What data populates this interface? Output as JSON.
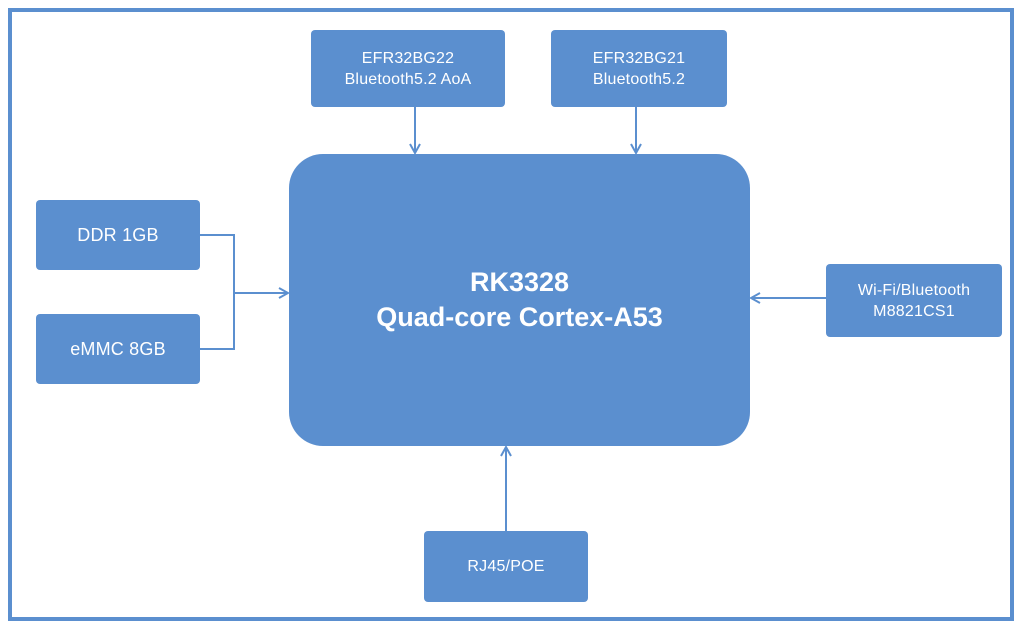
{
  "colors": {
    "box_fill": "#5b8fcf",
    "text": "#ffffff",
    "line": "#5b8fcf",
    "frame": "#5b8fcf"
  },
  "nodes": {
    "efr32bg22": {
      "line1": "EFR32BG22",
      "line2": "Bluetooth5.2 AoA"
    },
    "efr32bg21": {
      "line1": "EFR32BG21",
      "line2": "Bluetooth5.2"
    },
    "ddr": {
      "label": "DDR 1GB"
    },
    "emmc": {
      "label": "eMMC 8GB"
    },
    "cpu": {
      "line1": "RK3328",
      "line2": "Quad-core Cortex-A53"
    },
    "wifi": {
      "line1": "Wi-Fi/Bluetooth",
      "line2": "M8821CS1"
    },
    "rj45": {
      "label": "RJ45/POE"
    }
  },
  "edges": [
    {
      "from": "EFR32BG22",
      "to": "RK3328"
    },
    {
      "from": "EFR32BG21",
      "to": "RK3328"
    },
    {
      "from": "DDR 1GB",
      "to": "RK3328"
    },
    {
      "from": "eMMC 8GB",
      "to": "RK3328"
    },
    {
      "from": "Wi-Fi/Bluetooth",
      "to": "RK3328"
    },
    {
      "from": "RJ45/POE",
      "to": "RK3328"
    }
  ]
}
